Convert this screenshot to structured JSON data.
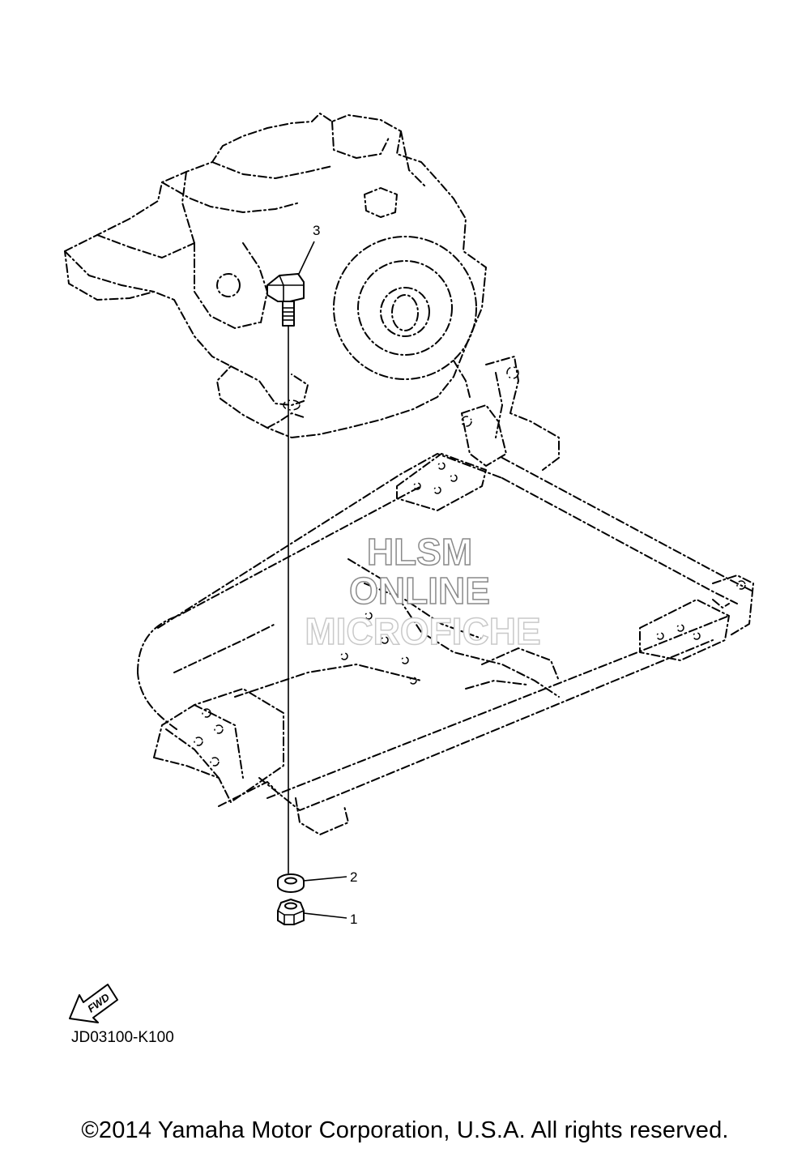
{
  "diagram": {
    "callouts": [
      {
        "number": "3"
      },
      {
        "number": "2"
      },
      {
        "number": "1"
      }
    ],
    "watermark": {
      "line1": "HLSM",
      "line2": "ONLINE",
      "line3": "MICROFICHE"
    },
    "fwd_label": "FWD",
    "diagram_code": "JD03100-K100",
    "copyright": "©2014 Yamaha Motor Corporation, U.S.A. All rights reserved."
  }
}
